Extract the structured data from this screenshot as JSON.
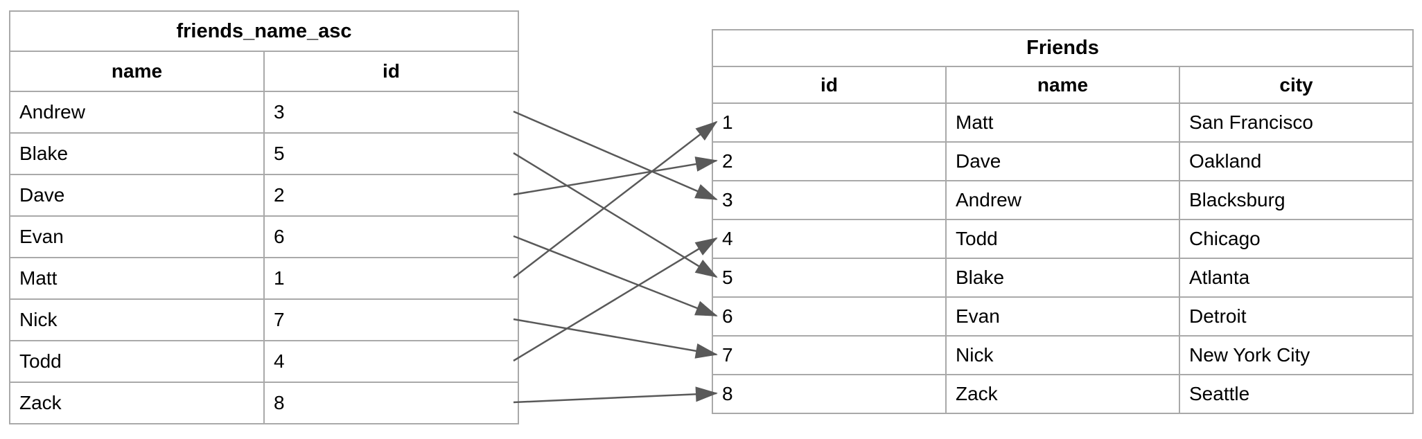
{
  "diagram": {
    "description": "Database index illustration: sorted index table pointing to table rows",
    "left_table": {
      "title": "friends_name_asc",
      "headers": [
        "name",
        "id"
      ],
      "rows": [
        [
          "Andrew",
          "3"
        ],
        [
          "Blake",
          "5"
        ],
        [
          "Dave",
          "2"
        ],
        [
          "Evan",
          "6"
        ],
        [
          "Matt",
          "1"
        ],
        [
          "Nick",
          "7"
        ],
        [
          "Todd",
          "4"
        ],
        [
          "Zack",
          "8"
        ]
      ]
    },
    "right_table": {
      "title": "Friends",
      "headers": [
        "id",
        "name",
        "city"
      ],
      "rows": [
        [
          "1",
          "Matt",
          "San Francisco"
        ],
        [
          "2",
          "Dave",
          "Oakland"
        ],
        [
          "3",
          "Andrew",
          "Blacksburg"
        ],
        [
          "4",
          "Todd",
          "Chicago"
        ],
        [
          "5",
          "Blake",
          "Atlanta"
        ],
        [
          "6",
          "Evan",
          "Detroit"
        ],
        [
          "7",
          "Nick",
          "New York City"
        ],
        [
          "8",
          "Zack",
          "Seattle"
        ]
      ]
    },
    "arrows": [
      {
        "from_name": "Andrew",
        "to_id": "3"
      },
      {
        "from_name": "Blake",
        "to_id": "5"
      },
      {
        "from_name": "Dave",
        "to_id": "2"
      },
      {
        "from_name": "Evan",
        "to_id": "6"
      },
      {
        "from_name": "Matt",
        "to_id": "1"
      },
      {
        "from_name": "Nick",
        "to_id": "7"
      },
      {
        "from_name": "Todd",
        "to_id": "4"
      },
      {
        "from_name": "Zack",
        "to_id": "8"
      }
    ],
    "colors": {
      "table_border": "#a9a9a9",
      "arrow": "#595959",
      "text": "#000000",
      "background": "#ffffff"
    }
  }
}
